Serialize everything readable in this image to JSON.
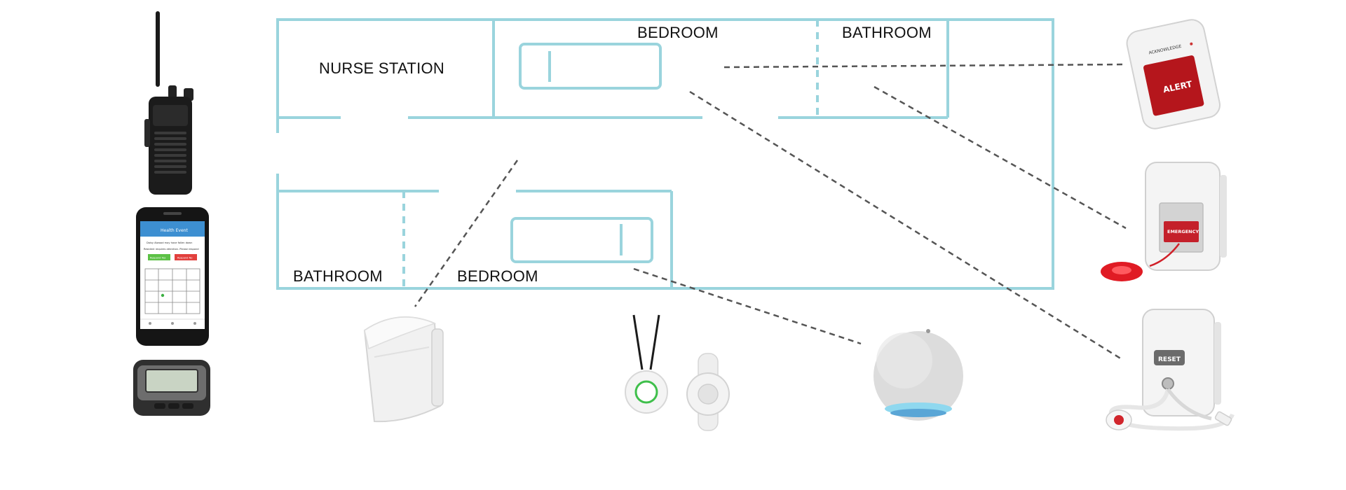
{
  "floor_plan": {
    "rooms": {
      "nurse_station": "NURSE STATION",
      "bedroom_top": "BEDROOM",
      "bathroom_top": "BATHROOM",
      "bathroom_bottom": "BATHROOM",
      "bedroom_bottom": "BEDROOM"
    },
    "wall_color": "#9ad4dd",
    "link_color": "#555555"
  },
  "devices": {
    "phone_app": {
      "header": "Health Event",
      "line1": "Daisy Atwood may have fallen down",
      "line2": "Resident requires attention. Please respond",
      "btn_yes": "Respond Yes",
      "btn_no": "Respond No"
    },
    "pull_station": {
      "alert_label": "ALERT",
      "ack_label": "ACKNOWLEDGE"
    },
    "pull_cord": {
      "label": "EMERGENCY"
    },
    "call_cord": {
      "label": "RESET"
    }
  },
  "icons": [
    "walkie-talkie-icon",
    "smartphone-icon",
    "pager-icon",
    "motion-sensor-icon",
    "pendant-icon",
    "wristband-icon",
    "smart-speaker-icon",
    "alert-button-icon",
    "emergency-pull-cord-icon",
    "call-cord-icon"
  ]
}
